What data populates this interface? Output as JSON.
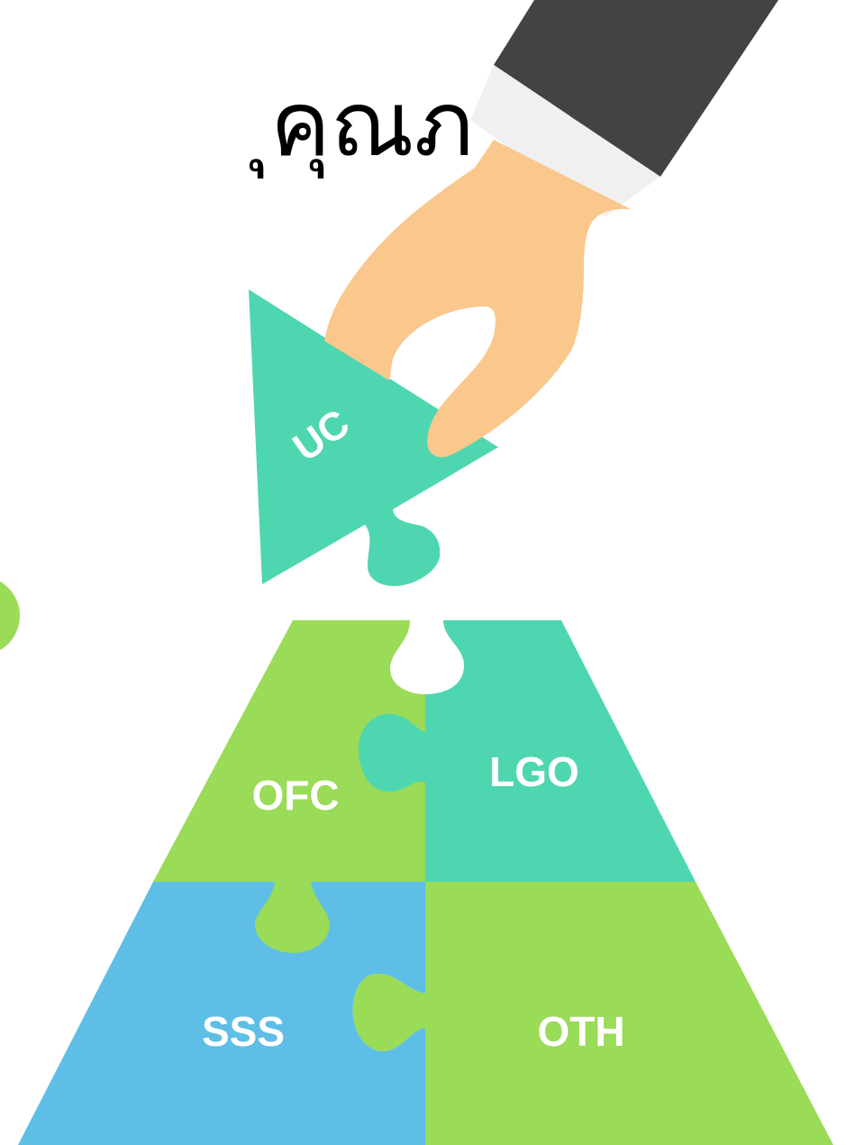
{
  "headline": "ุคุณภาพ",
  "pieces": {
    "top_left": "OFC",
    "top_right": "LGO",
    "bottom_left": "SSS",
    "bottom_right": "OTH",
    "held": "UC"
  },
  "colors": {
    "green": "#9ADB57",
    "teal": "#4ED6B1",
    "blue": "#5EBEE5",
    "skin": "#FAC78C",
    "sleeve": "#434343",
    "cuff": "#F0F0F0"
  }
}
